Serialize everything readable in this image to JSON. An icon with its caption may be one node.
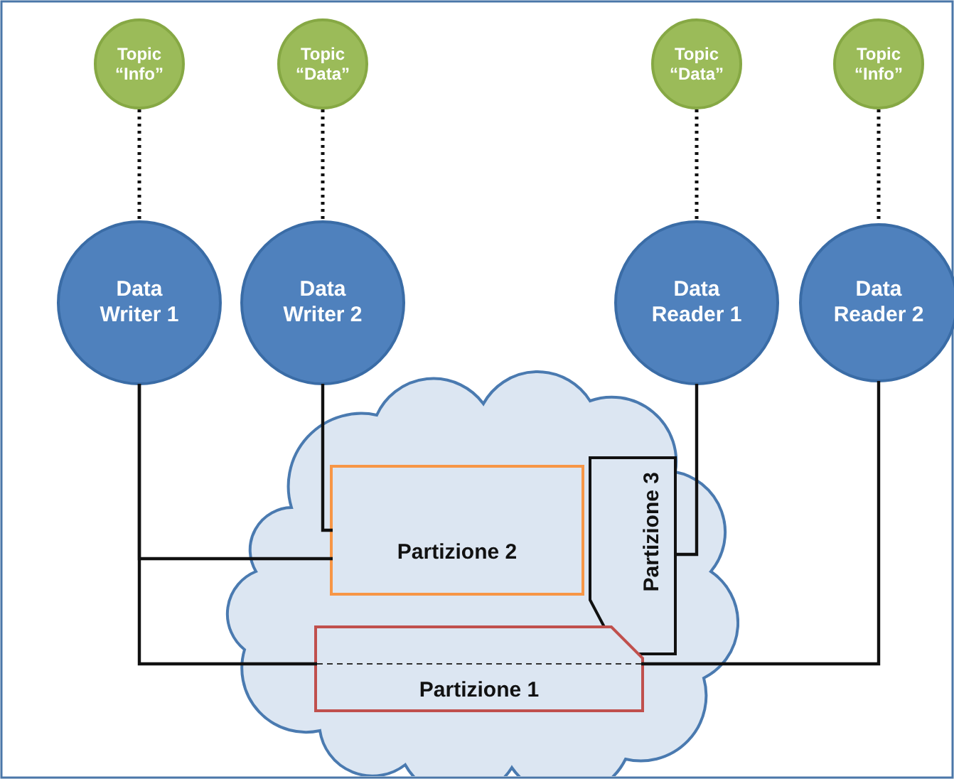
{
  "diagram": {
    "nodes": [
      {
        "text": [
          "Topic “Info”"
        ]
      },
      {
        "text": [
          "Topic “Data”"
        ]
      },
      {
        "text": [
          "Topic “Data”"
        ]
      },
      {
        "text": [
          "Topic “Info”"
        ]
      },
      {
        "text": [
          "Data Writer 1"
        ]
      },
      {
        "text": [
          "Data Writer 2"
        ]
      },
      {
        "text": [
          "Data Reader 1"
        ]
      },
      {
        "text": [
          "Data Reader 2"
        ]
      },
      {
        "text": [],
        "shape": "cloud"
      },
      {
        "text": [
          "Partizione 2"
        ],
        "in": 8
      },
      {
        "text": [
          "Partizione 3"
        ],
        "in": 8
      },
      {
        "text": [
          "Partizione 1"
        ],
        "in": 8
      }
    ],
    "edges": [
      {
        "from": 0,
        "to": 4,
        "arrow": "none",
        "style": "dashed"
      },
      {
        "from": 1,
        "to": 5,
        "arrow": "none",
        "style": "dashed"
      },
      {
        "from": 2,
        "to": 6,
        "arrow": "none",
        "style": "dashed"
      },
      {
        "from": 3,
        "to": 7,
        "arrow": "none",
        "style": "dashed"
      },
      {
        "from": 4,
        "to": 9,
        "arrow": "none"
      },
      {
        "from": 4,
        "to": 11,
        "arrow": "none"
      },
      {
        "from": 5,
        "to": 9,
        "arrow": "none"
      },
      {
        "from": 6,
        "to": 10,
        "arrow": "none"
      },
      {
        "from": 7,
        "to": 11,
        "arrow": "none"
      }
    ]
  }
}
